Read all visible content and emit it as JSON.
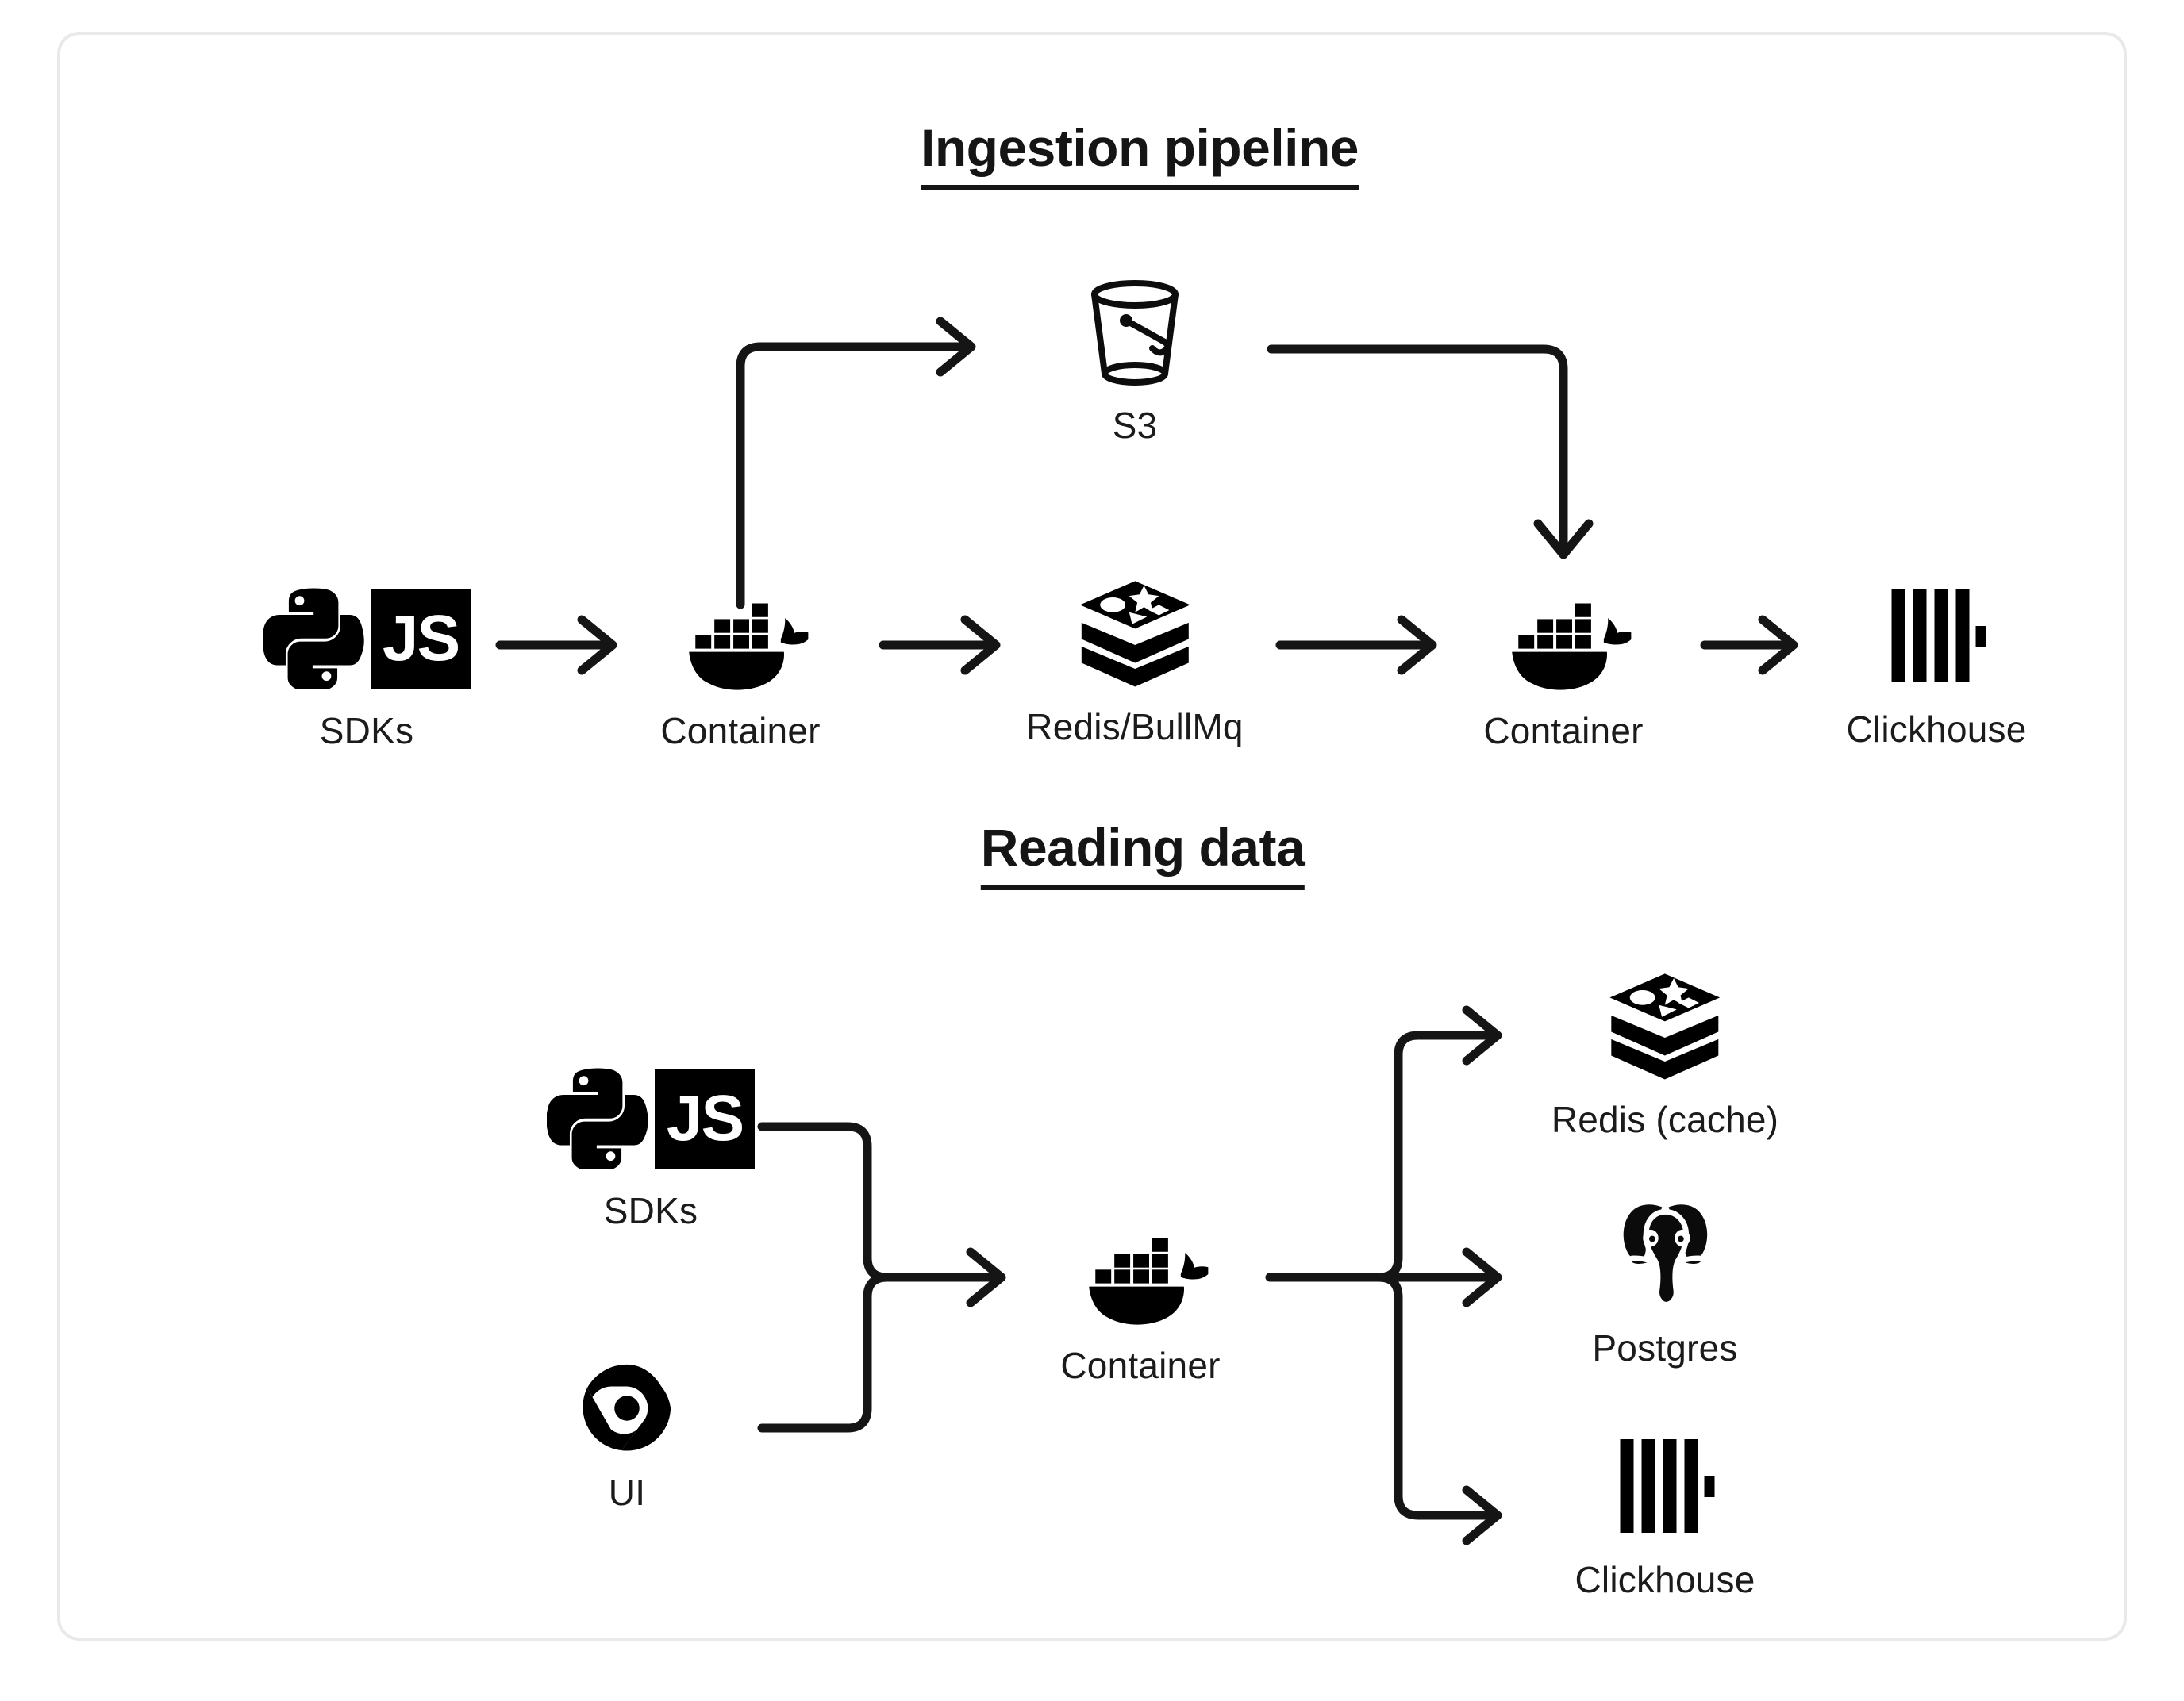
{
  "diagram": {
    "title_ingestion": "Ingestion pipeline",
    "title_reading": "Reading data",
    "labels": {
      "sdks": "SDKs",
      "container": "Container",
      "redis_bullmq": "Redis/BullMq",
      "clickhouse": "Clickhouse",
      "s3": "S3",
      "ui": "UI",
      "redis_cache": "Redis (cache)",
      "postgres": "Postgres"
    },
    "js_badge_text": "JS",
    "colors": {
      "ink": "#111111",
      "card_border": "#e9e9e9",
      "background": "#ffffff"
    },
    "ingestion_flow": {
      "nodes": [
        "SDKs",
        "Container",
        "Redis/BullMq",
        "Container",
        "Clickhouse",
        "S3"
      ],
      "edges": [
        "SDKs -> Container",
        "Container -> S3",
        "Container -> Redis/BullMq",
        "Redis/BullMq -> Container",
        "S3 -> Container",
        "Container -> Clickhouse"
      ]
    },
    "reading_flow": {
      "nodes": [
        "SDKs",
        "UI",
        "Container",
        "Redis (cache)",
        "Postgres",
        "Clickhouse"
      ],
      "edges": [
        "SDKs -> Container",
        "UI -> Container",
        "Container -> Redis (cache)",
        "Container -> Postgres",
        "Container -> Clickhouse"
      ]
    }
  }
}
